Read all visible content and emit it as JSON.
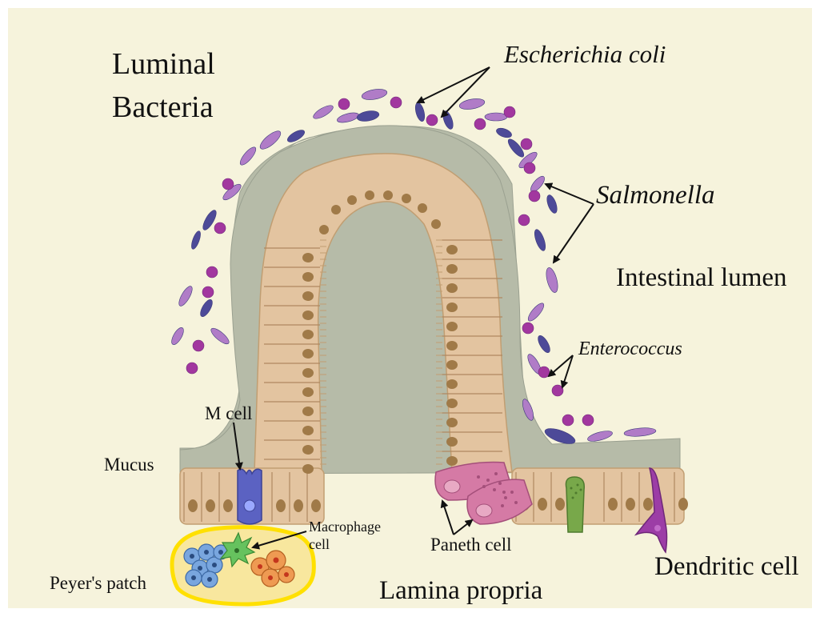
{
  "labels": {
    "luminal_line1": "Luminal",
    "luminal_line2": "Bacteria",
    "escherichia": "Escherichia coli",
    "salmonella": "Salmonella",
    "intestinal_lumen": "Intestinal lumen",
    "enterococcus": "Enterococcus",
    "m_cell": "M cell",
    "mucus": "Mucus",
    "macrophage_line1": "Macrophage",
    "macrophage_line2": "cell",
    "paneth": "Paneth cell",
    "dendritic": "Dendritic cell",
    "peyers": "Peyer's patch",
    "lamina": "Lamina propria"
  },
  "colors": {
    "background": "#f6f3dc",
    "mucus": "#b6bba8",
    "epithelium": "#e3c4a0",
    "nucleus": "#a07a48",
    "e_coli": "#4d4a98",
    "salmonella": "#b07cc7",
    "enterococcus": "#a2379f",
    "m_cell": "#5b62c2",
    "paneth": "#d57aa5",
    "goblet": "#78a84a",
    "dendritic": "#9c3da6",
    "peyers_patch": "#f8e79e",
    "peyers_outline": "#ffe000",
    "b_cells": "#79a6de",
    "t_cells": "#ee9a52",
    "macrophage": "#66c25e"
  }
}
